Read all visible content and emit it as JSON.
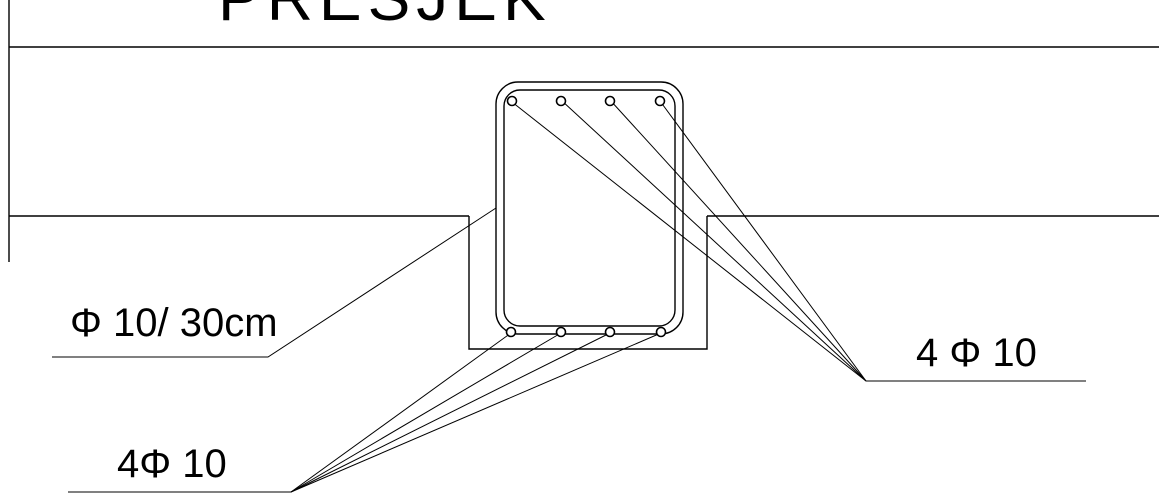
{
  "drawing": {
    "title": "PRESJEK",
    "labels": {
      "stirrup": "Φ 10/ 30cm",
      "top_bars": "4 Φ 10",
      "bottom_bars": "4Φ 10"
    },
    "top_bar_count": 4,
    "bottom_bar_count": 4
  }
}
